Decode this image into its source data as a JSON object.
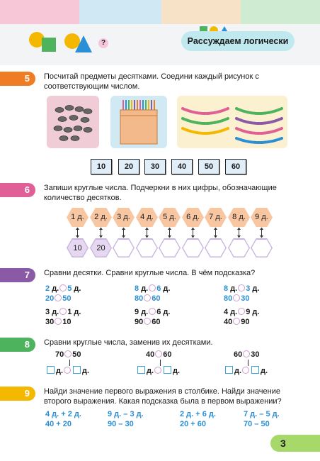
{
  "header": {
    "title": "Рассуждаем логически",
    "question_mark": "?",
    "top_colors": [
      "#f7c7d8",
      "#cfe8f3",
      "#f7e2c7",
      "#cfecd2",
      "#d8ecf8"
    ]
  },
  "tasks": [
    {
      "num": "5",
      "color": "#ef7d25",
      "text": "Посчитай предметы десятками. Соедини каждый рисунок с соответствующим числом."
    },
    {
      "num": "6",
      "color": "#e05f97",
      "text": "Запиши круглые числа. Подчеркни в них цифры, обозначающие количество десятков."
    },
    {
      "num": "7",
      "color": "#8b5aa6",
      "text": "Сравни десятки. Сравни круглые числа. В чём подсказка?"
    },
    {
      "num": "8",
      "color": "#4db35d",
      "text": "Сравни круглые числа, заменив их десятками."
    },
    {
      "num": "9",
      "color": "#f5b800",
      "text": "Найди значение первого выражения в столбике. Найди значение второго выражения. Какая подсказка была в первом выражении?"
    }
  ],
  "task5": {
    "numbers": [
      "10",
      "20",
      "30",
      "40",
      "50",
      "60"
    ]
  },
  "task6": {
    "top": [
      "1 д.",
      "2 д.",
      "3 д.",
      "4 д.",
      "5 д.",
      "6 д.",
      "7 д.",
      "8 д.",
      "9 д."
    ],
    "bottom": [
      "10",
      "20",
      "",
      "",
      "",
      "",
      "",
      "",
      ""
    ]
  },
  "task7": [
    {
      "a": "2",
      "b": "5",
      "c": "20",
      "d": "50"
    },
    {
      "a": "8",
      "b": "6",
      "c": "80",
      "d": "60"
    },
    {
      "a": "8",
      "b": "3",
      "c": "80",
      "d": "30"
    },
    {
      "a": "3",
      "b": "1",
      "c": "30",
      "d": "10"
    },
    {
      "a": "9",
      "b": "6",
      "c": "90",
      "d": "60"
    },
    {
      "a": "4",
      "b": "9",
      "c": "40",
      "d": "90"
    }
  ],
  "task8": [
    {
      "a": "70",
      "b": "50"
    },
    {
      "a": "40",
      "b": "60"
    },
    {
      "a": "60",
      "b": "30"
    }
  ],
  "unit": "д.",
  "task9": [
    {
      "e1": "4 д. + 2 д.",
      "e2": "40 + 20"
    },
    {
      "e1": "9 д. – 3 д.",
      "e2": "90 – 30"
    },
    {
      "e1": "2 д. + 6 д.",
      "e2": "20 + 60"
    },
    {
      "e1": "7 д. – 5 д.",
      "e2": "70 – 50"
    }
  ],
  "page_number": "3"
}
